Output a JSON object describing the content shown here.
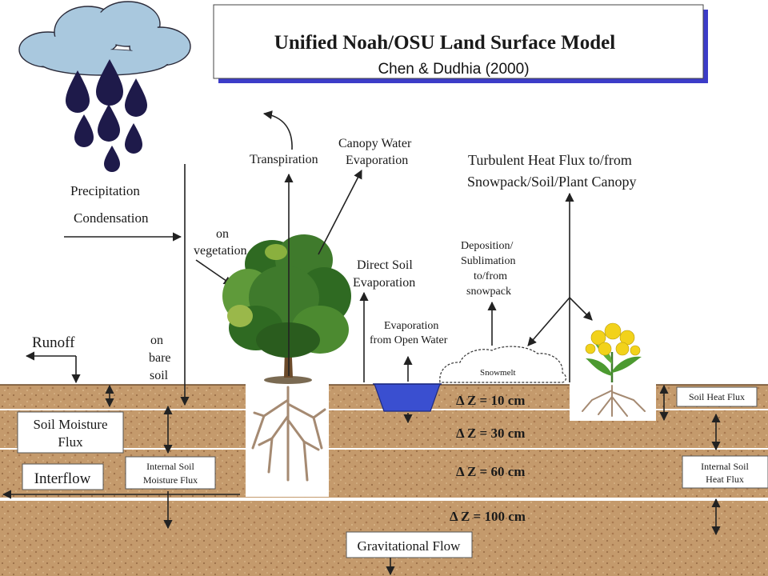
{
  "title": "Unified Noah/OSU Land Surface Model",
  "subtitle": "Chen & Dudhia (2000)",
  "labels": {
    "precipitation": "Precipitation",
    "condensation": "Condensation",
    "on_vegetation_1": "on",
    "on_vegetation_2": "vegetation",
    "on_bare_soil_1": "on",
    "on_bare_soil_2": "bare",
    "on_bare_soil_3": "soil",
    "transpiration": "Transpiration",
    "canopy_evap_1": "Canopy Water",
    "canopy_evap_2": "Evaporation",
    "turbulent_1": "Turbulent Heat Flux to/from",
    "turbulent_2": "Snowpack/Soil/Plant Canopy",
    "direct_soil_1": "Direct Soil",
    "direct_soil_2": "Evaporation",
    "deposition_1": "Deposition/",
    "deposition_2": "Sublimation",
    "deposition_3": "to/from",
    "deposition_4": "snowpack",
    "open_water_1": "Evaporation",
    "open_water_2": "from Open Water",
    "runoff": "Runoff",
    "snowmelt": "Snowmelt",
    "soil_moisture_flux_1": "Soil Moisture",
    "soil_moisture_flux_2": "Flux",
    "interflow": "Interflow",
    "internal_moisture_1": "Internal Soil",
    "internal_moisture_2": "Moisture Flux",
    "soil_heat_flux": "Soil Heat Flux",
    "internal_heat_1": "Internal Soil",
    "internal_heat_2": "Heat Flux",
    "gravitational_flow": "Gravitational Flow"
  },
  "layers": [
    {
      "label": "Δ Z = 10 cm"
    },
    {
      "label": "Δ Z = 30 cm"
    },
    {
      "label": "Δ Z = 60 cm"
    },
    {
      "label": "Δ Z = 100 cm"
    }
  ],
  "colors": {
    "soil": "#c49a6c",
    "soil_dark": "#9b7048",
    "cloud": "#a9c8de",
    "raindrop": "#1e1a4a",
    "water": "#3a4fd0",
    "foliage": "#3f7a2c",
    "flower": "#f2d21b"
  }
}
